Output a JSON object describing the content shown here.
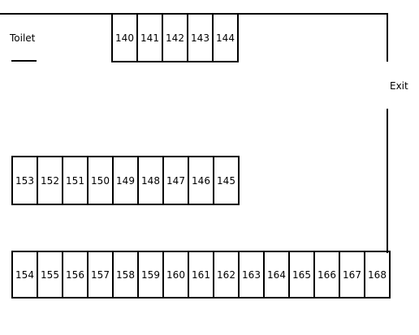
{
  "labels": {
    "toilet": "Toilet",
    "exit": "Exit"
  },
  "rows": {
    "top": [
      "140",
      "141",
      "142",
      "143",
      "144"
    ],
    "middle": [
      "153",
      "152",
      "151",
      "150",
      "149",
      "148",
      "147",
      "146",
      "145"
    ],
    "bottom": [
      "154",
      "155",
      "156",
      "157",
      "158",
      "159",
      "160",
      "161",
      "162",
      "163",
      "164",
      "165",
      "166",
      "167",
      "168"
    ]
  }
}
